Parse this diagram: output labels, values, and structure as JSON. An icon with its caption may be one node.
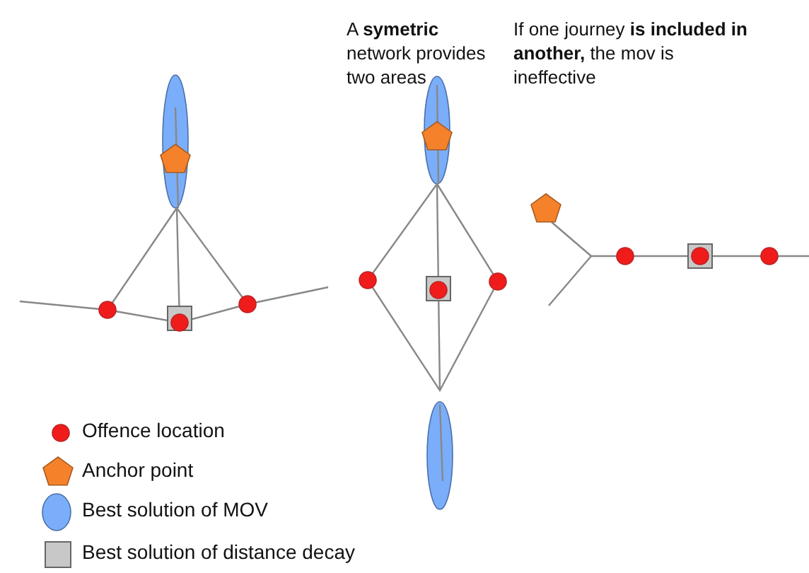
{
  "diagram": {
    "labels": [
      "A **symetric** network provides two areas",
      "If one journey **is included in another,** the mov is ineffective"
    ],
    "legend": [
      {
        "text": "Offence location"
      },
      {
        "text": "Anchor point"
      },
      {
        "text": "Best solution of MOV"
      },
      {
        "text": "Best solution of distance decay"
      }
    ]
  }
}
